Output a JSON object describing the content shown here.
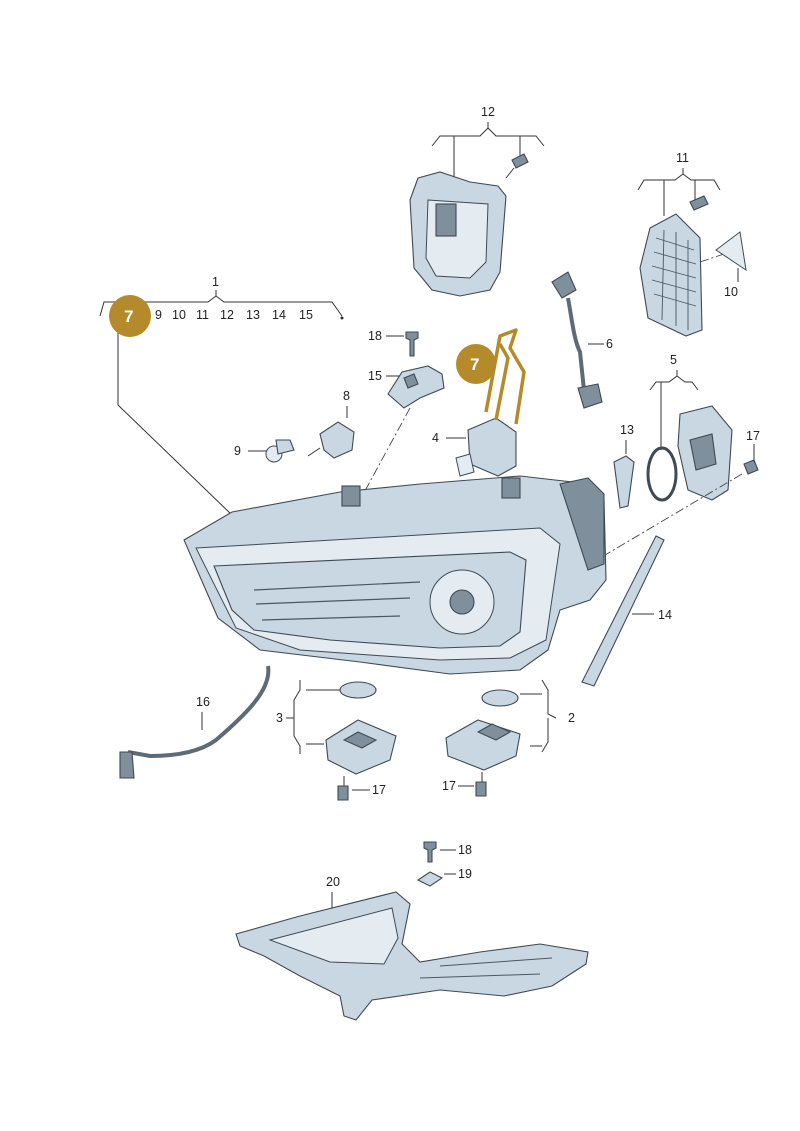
{
  "accent_color": "#b58a2a",
  "highlight": {
    "callout_number": "7"
  },
  "labels": {
    "p1": "1",
    "group1": [
      "9",
      "10",
      "11",
      "12",
      "13",
      "14",
      "15"
    ],
    "p2": "2",
    "p3": "3",
    "p4": "4",
    "p5": "5",
    "p6": "6",
    "p8": "8",
    "p9": "9",
    "p10": "10",
    "p11": "11",
    "p12": "12",
    "p13": "13",
    "p14": "14",
    "p15": "15",
    "p16": "16",
    "p17": "17",
    "p18": "18",
    "p19": "19",
    "p20": "20"
  }
}
